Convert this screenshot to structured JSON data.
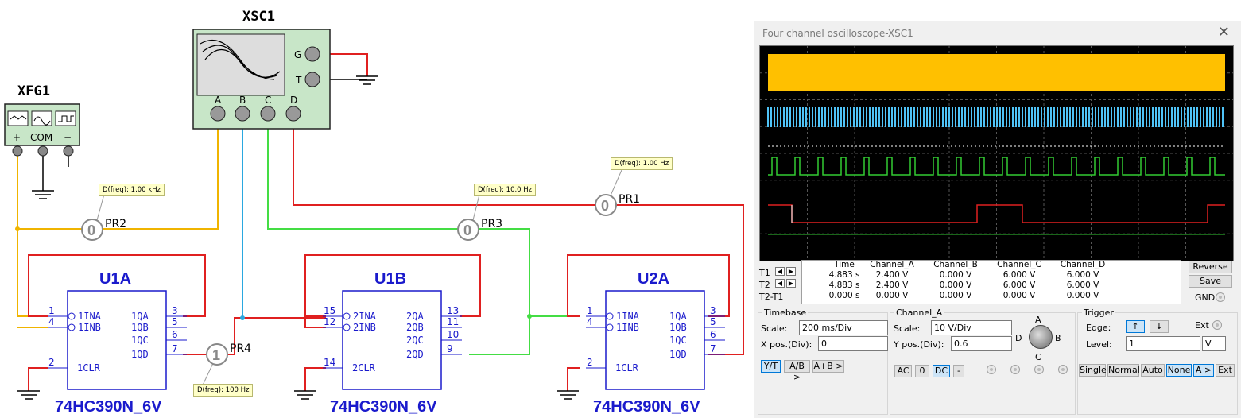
{
  "schematic": {
    "xsc_label": "XSC1",
    "xfg_label": "XFG1",
    "xsc_terminals": [
      "G",
      "T",
      "A",
      "B",
      "C",
      "D"
    ],
    "xfg_terms": [
      "+",
      "COM",
      "−"
    ],
    "chips": [
      {
        "ref": "U1A",
        "part": "74HC390N_6V",
        "pins_left": [
          "1",
          "4",
          "2"
        ],
        "pins_right": [
          "3",
          "5",
          "6",
          "7"
        ],
        "in_labels": [
          "1INA",
          "1INB"
        ],
        "clr": "1CLR",
        "out_labels": [
          "1QA",
          "1QB",
          "1QC",
          "1QD"
        ]
      },
      {
        "ref": "U1B",
        "part": "74HC390N_6V",
        "pins_left": [
          "15",
          "12",
          "14"
        ],
        "pins_right": [
          "13",
          "11",
          "10",
          "9"
        ],
        "in_labels": [
          "2INA",
          "2INB"
        ],
        "clr": "2CLR",
        "out_labels": [
          "2QA",
          "2QB",
          "2QC",
          "2QD"
        ]
      },
      {
        "ref": "U2A",
        "part": "74HC390N_6V",
        "pins_left": [
          "1",
          "4",
          "2"
        ],
        "pins_right": [
          "3",
          "5",
          "6",
          "7"
        ],
        "in_labels": [
          "1INA",
          "1INB"
        ],
        "clr": "1CLR",
        "out_labels": [
          "1QA",
          "1QB",
          "1QC",
          "1QD"
        ]
      }
    ],
    "probes": [
      {
        "name": "PR1",
        "value": "0",
        "tag": "D(freq): 1.00 Hz"
      },
      {
        "name": "PR2",
        "value": "0",
        "tag": "D(freq): 1.00 kHz"
      },
      {
        "name": "PR3",
        "value": "0",
        "tag": "D(freq): 10.0 Hz"
      },
      {
        "name": "PR4",
        "value": "1",
        "tag": "D(freq): 100 Hz"
      }
    ]
  },
  "osc": {
    "title": "Four channel oscilloscope-XSC1",
    "close": "✕",
    "colors": {
      "A": "#ffc000",
      "B": "#4fc3f7",
      "C": "#33cc33",
      "D": "#e02020"
    },
    "table": {
      "headers": [
        "Time",
        "Channel_A",
        "Channel_B",
        "Channel_C",
        "Channel_D"
      ],
      "rows": [
        {
          "label": "T1",
          "cells": [
            "4.883 s",
            "2.400 V",
            "0.000 V",
            "6.000 V",
            "6.000 V"
          ]
        },
        {
          "label": "T2",
          "cells": [
            "4.883 s",
            "2.400 V",
            "0.000 V",
            "6.000 V",
            "6.000 V"
          ]
        },
        {
          "label": "T2-T1",
          "cells": [
            "0.000 s",
            "0.000 V",
            "0.000 V",
            "0.000 V",
            "0.000 V"
          ]
        }
      ]
    },
    "reverse": "Reverse",
    "save": "Save",
    "gnd": "GND",
    "timebase": {
      "title": "Timebase",
      "scale_label": "Scale:",
      "scale_value": "200 ms/Div",
      "xpos_label": "X pos.(Div):",
      "xpos_value": "0",
      "modes": [
        "Y/T",
        "A/B >",
        "A+B >"
      ]
    },
    "channel": {
      "title": "Channel_A",
      "scale_label": "Scale:",
      "scale_value": "10  V/Div",
      "ypos_label": "Y pos.(Div):",
      "ypos_value": "0.6",
      "coupling": [
        "AC",
        "0",
        "DC",
        "-"
      ],
      "knob": [
        "A",
        "B",
        "C",
        "D"
      ]
    },
    "trigger": {
      "title": "Trigger",
      "edge_label": "Edge:",
      "ext": "Ext",
      "level_label": "Level:",
      "level_value": "1",
      "level_unit": "V",
      "modes": [
        "Single",
        "Normal",
        "Auto",
        "None",
        "A >",
        "Ext"
      ]
    }
  }
}
